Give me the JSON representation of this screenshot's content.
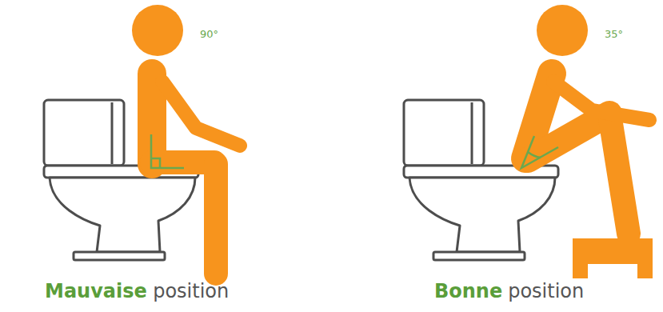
{
  "diagram": {
    "labels": [
      "90°",
      "35°",
      "Mauvaise",
      "position",
      "Bonne",
      "position"
    ]
  }
}
